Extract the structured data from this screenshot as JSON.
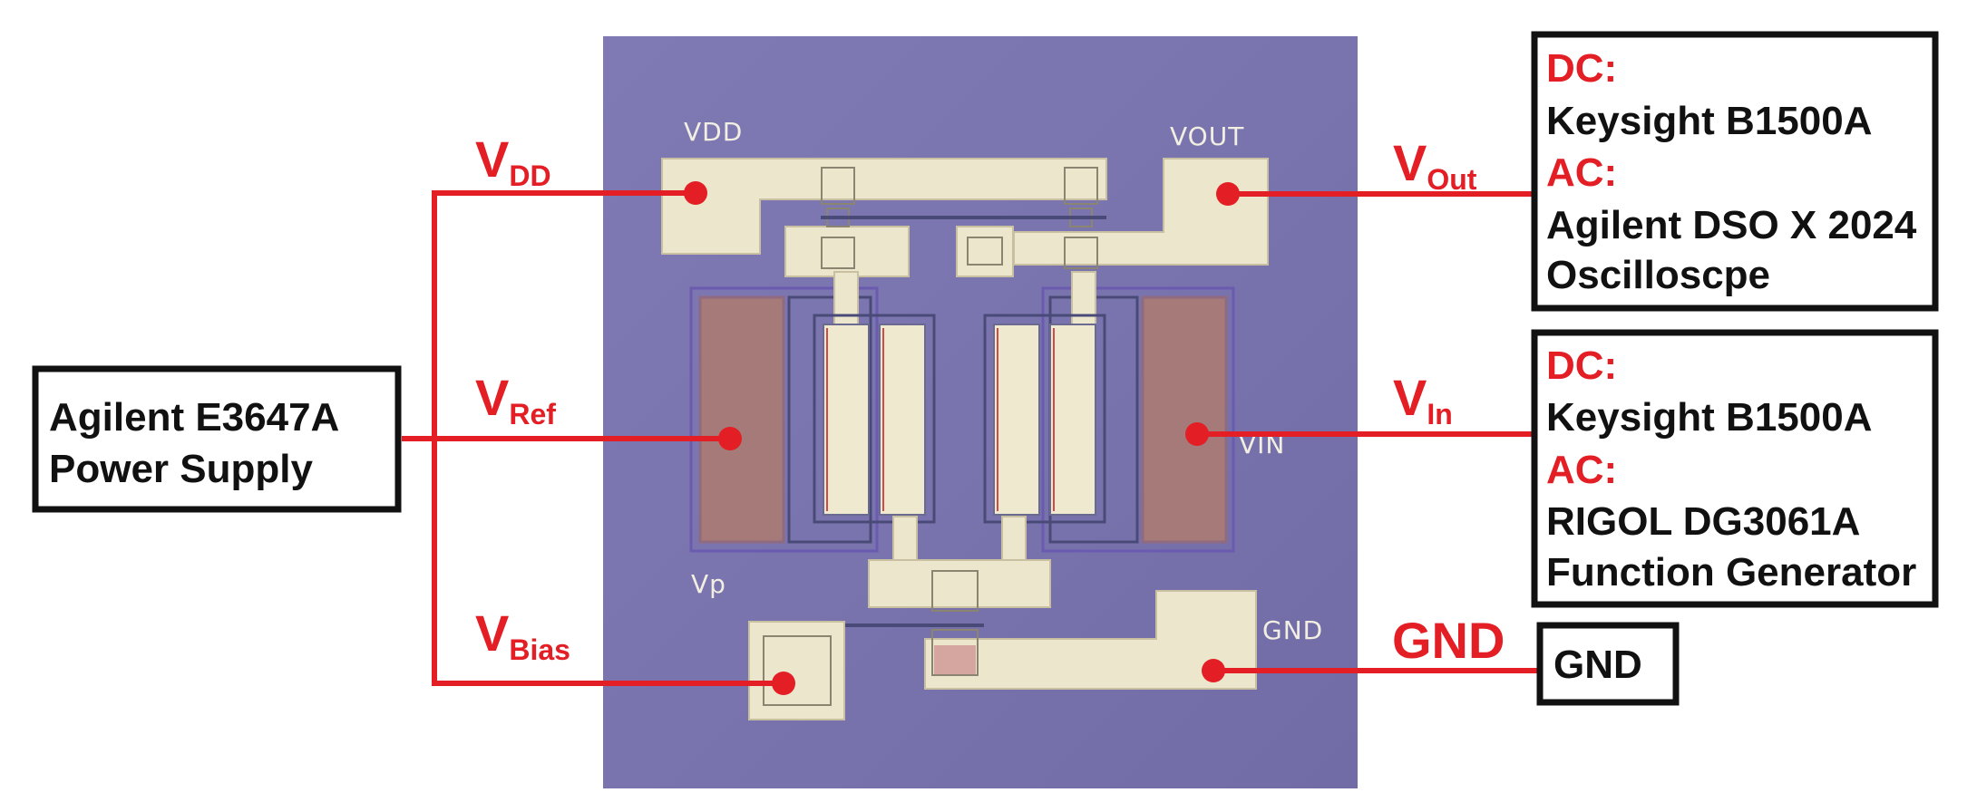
{
  "left_box": {
    "line1": "Agilent E3647A",
    "line2": "Power Supply"
  },
  "signals": {
    "vdd": {
      "main": "V",
      "sub": "DD"
    },
    "vref": {
      "main": "V",
      "sub": "Ref"
    },
    "vbias": {
      "main": "V",
      "sub": "Bias"
    },
    "vout": {
      "main": "V",
      "sub": "Out"
    },
    "vin": {
      "main": "V",
      "sub": "In"
    },
    "gnd": "GND"
  },
  "chip_labels": {
    "vdd": "VDD",
    "vout": "VOUT",
    "vin": "VIN",
    "vp": "Vp",
    "gnd": "GND"
  },
  "out_box": {
    "dc_label": "DC:",
    "dc_instrument": "Keysight B1500A",
    "ac_label": "AC:",
    "ac_line1": "Agilent DSO X 2024",
    "ac_line2": "Oscilloscpe"
  },
  "in_box": {
    "dc_label": "DC:",
    "dc_instrument": "Keysight B1500A",
    "ac_label": "AC:",
    "ac_line1": "RIGOL DG3061A",
    "ac_line2": "Function Generator"
  },
  "gnd_box": {
    "label": "GND"
  },
  "colors": {
    "signal_red": "#e31e24",
    "chip_substrate": "#7d78b0",
    "metal": "#ece6cc",
    "box_border": "#111111"
  }
}
